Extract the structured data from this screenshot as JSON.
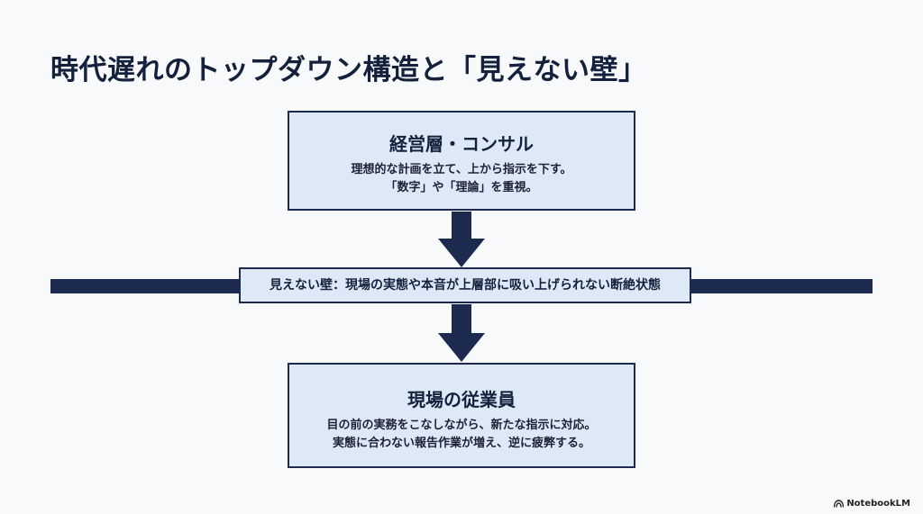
{
  "slide": {
    "title": "時代遅れのトップダウン構造と「見えない壁」"
  },
  "top_box": {
    "title": "経営層・コンサル",
    "lines": [
      "理想的な計画を立て、上から指示を下す。",
      "「数字」や「理論」を重視。"
    ]
  },
  "wall": {
    "label": "見えない壁：現場の実態や本音が上層部に吸い上げられない断絶状態"
  },
  "bottom_box": {
    "title": "現場の従業員",
    "lines": [
      "目の前の実務をこなしながら、新たな指示に対応。",
      "実態に合わない報告作業が増え、逆に疲弊する。"
    ]
  },
  "branding": {
    "logo_text": "NotebookLM",
    "logo_icon": "notebooklm-icon"
  },
  "colors": {
    "navy": "#1b2a4e",
    "box_fill": "#dde9f7",
    "background": "#f8f9fa"
  }
}
